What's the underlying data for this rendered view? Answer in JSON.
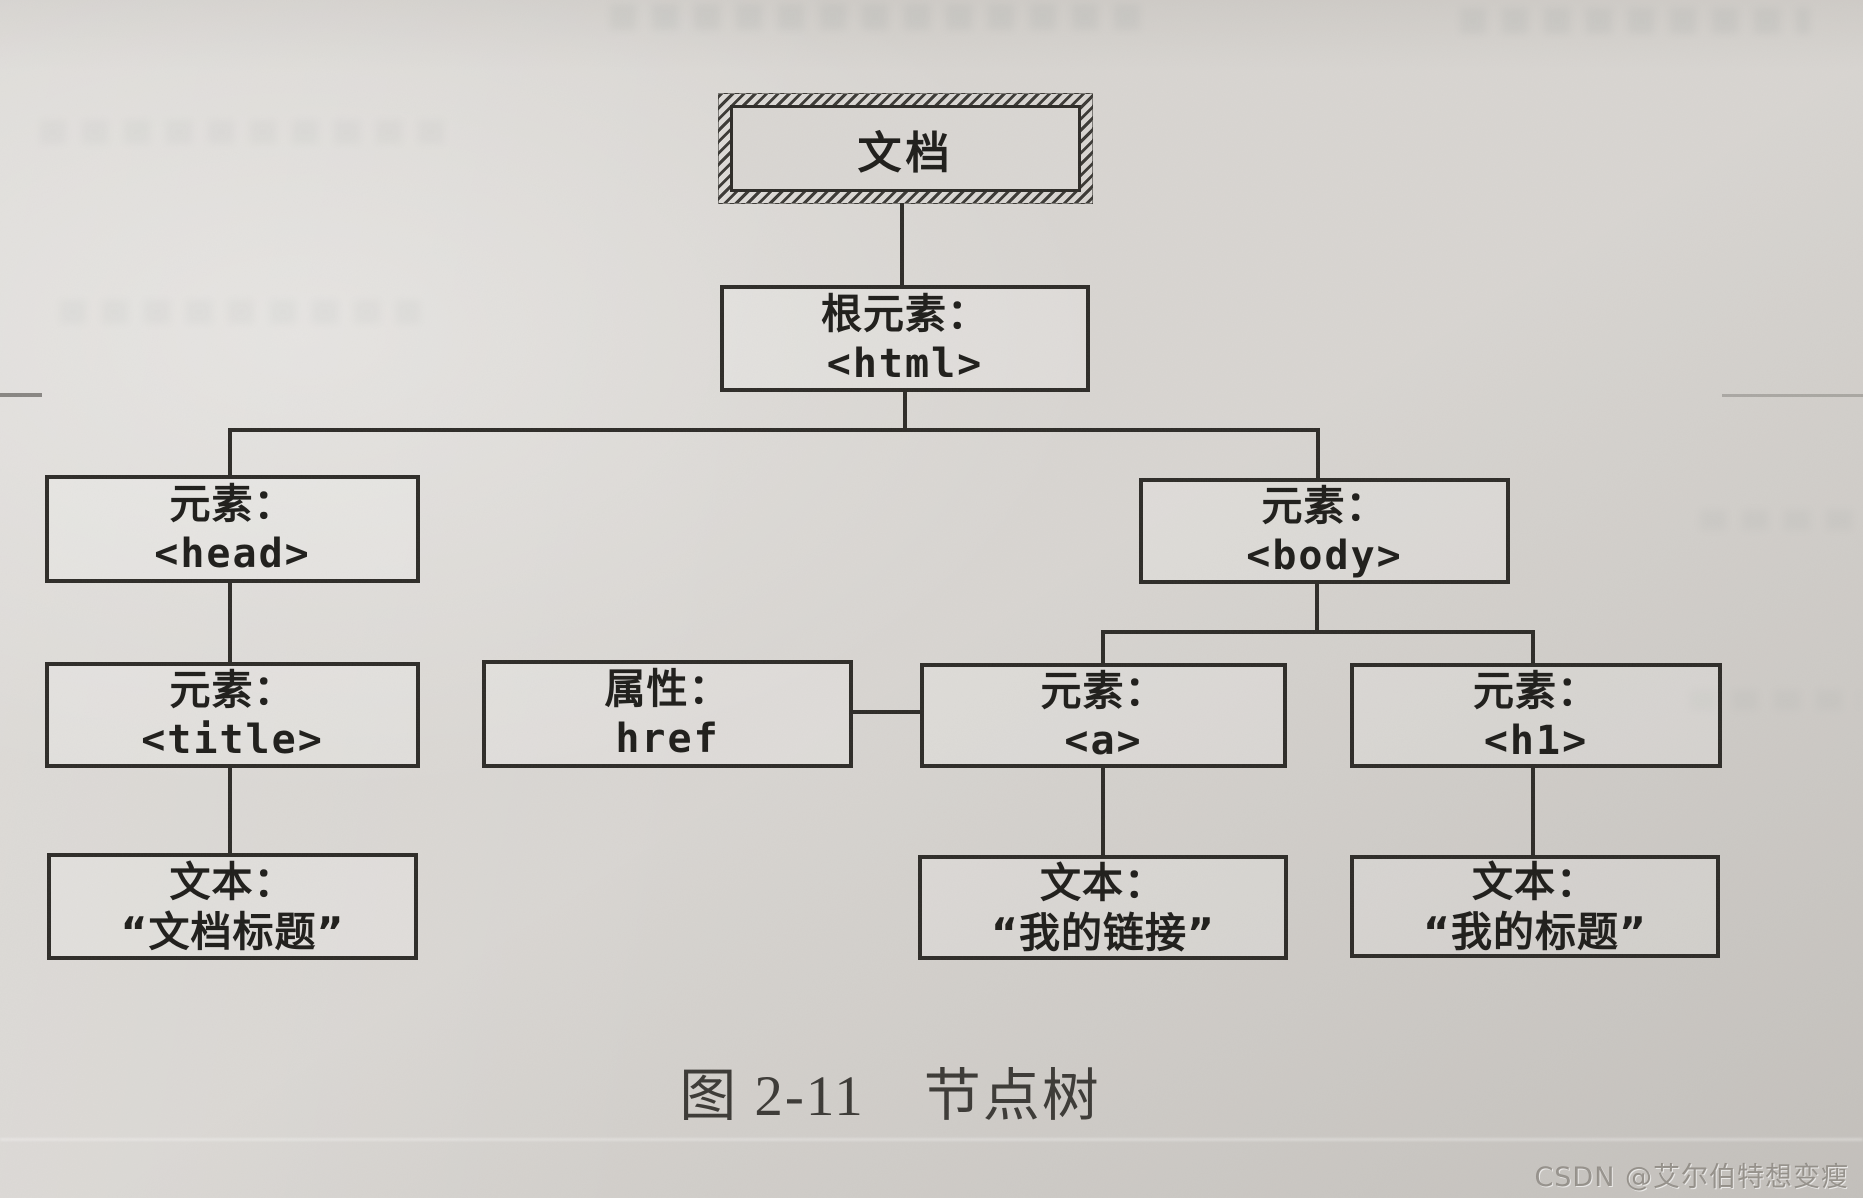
{
  "page": {
    "caption": "图 2-11　节点树",
    "watermark": "CSDN @艾尔伯特想变瘦"
  },
  "colors": {
    "ink": "#2e2c28",
    "paper": "#d8d5d1",
    "watermark": "#8a857e"
  },
  "nodes": {
    "document": {
      "title": "文档"
    },
    "root": {
      "label": "根元素：",
      "value": "<html>"
    },
    "head": {
      "label": "元素：",
      "value": "<head>"
    },
    "title_el": {
      "label": "元素：",
      "value": "<title>"
    },
    "doc_title_text": {
      "label": "文本：",
      "value": "“文档标题”"
    },
    "attr_href": {
      "label": "属性：",
      "value": "href"
    },
    "anchor": {
      "label": "元素：",
      "value": "<a>"
    },
    "h1": {
      "label": "元素：",
      "value": "<h1>"
    },
    "link_text": {
      "label": "文本：",
      "value": "“我的链接”"
    },
    "heading_text": {
      "label": "文本：",
      "value": "“我的标题”"
    }
  }
}
